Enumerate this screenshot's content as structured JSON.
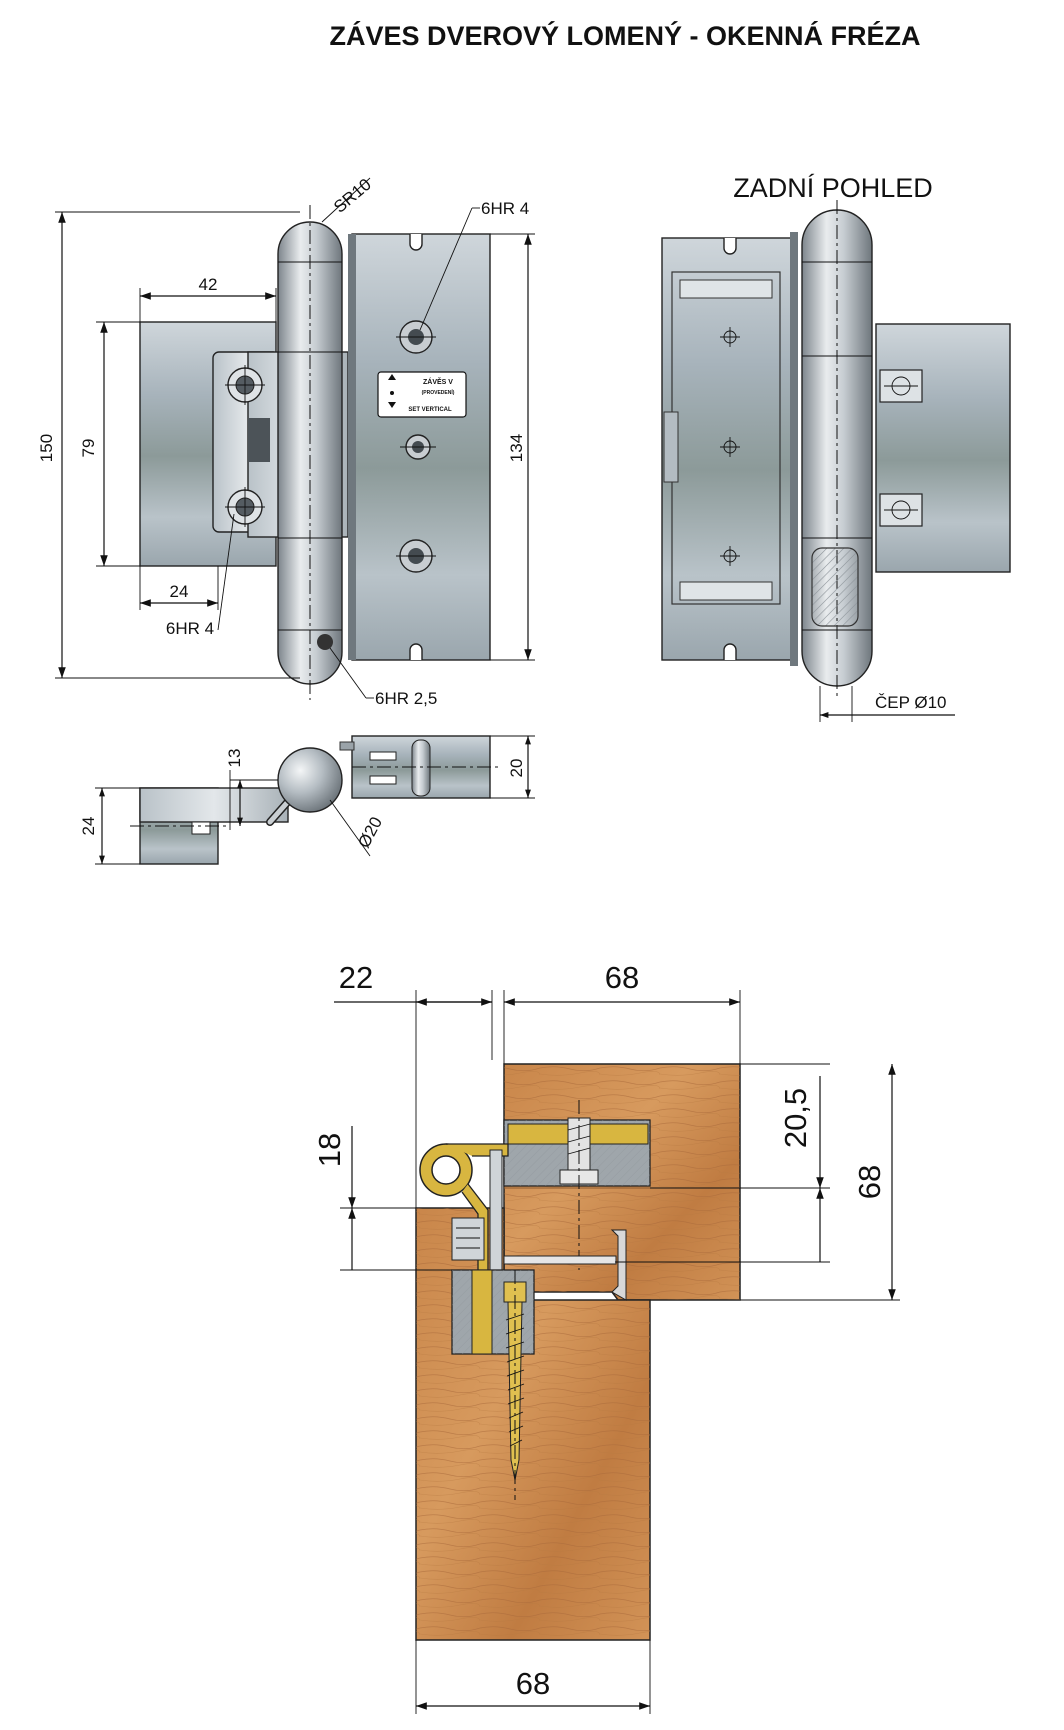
{
  "title": "ZÁVES DVEROVÝ LOMENÝ - OKENNÁ FRÉZA",
  "views": {
    "rear_view_label": "ZADNÍ POHLED"
  },
  "front_view": {
    "dim_radius": "SR10",
    "dim_screw_top": "6HR 4",
    "dim_height_total": "150",
    "dim_height_wing": "79",
    "dim_width_wing": "42",
    "dim_width_lower": "24",
    "dim_screw_bottom": "6HR 4",
    "dim_screw_pin": "6HR 2,5",
    "dim_height_plate": "134",
    "sticker_line1": "ZÁVĚS V",
    "sticker_line2": "(PROVEDENÍ)",
    "sticker_line3": "SET VERTICAL"
  },
  "rear_view": {
    "dim_pin": "ČEP Ø10"
  },
  "top_view": {
    "dim_offset": "13",
    "dim_depth": "24",
    "dim_plate": "20",
    "dim_knuckle": "Ø20"
  },
  "section_view": {
    "dim_gap": "22",
    "dim_frame_width": "68",
    "dim_rebate": "20,5",
    "dim_frame_depth": "68",
    "dim_sash_offset": "18",
    "dim_sash_width": "68"
  },
  "colors": {
    "wood": "#c98a4c",
    "brass": "#d8b640",
    "metal": "#a9b4bd",
    "chrome": "#c8cdd2"
  }
}
